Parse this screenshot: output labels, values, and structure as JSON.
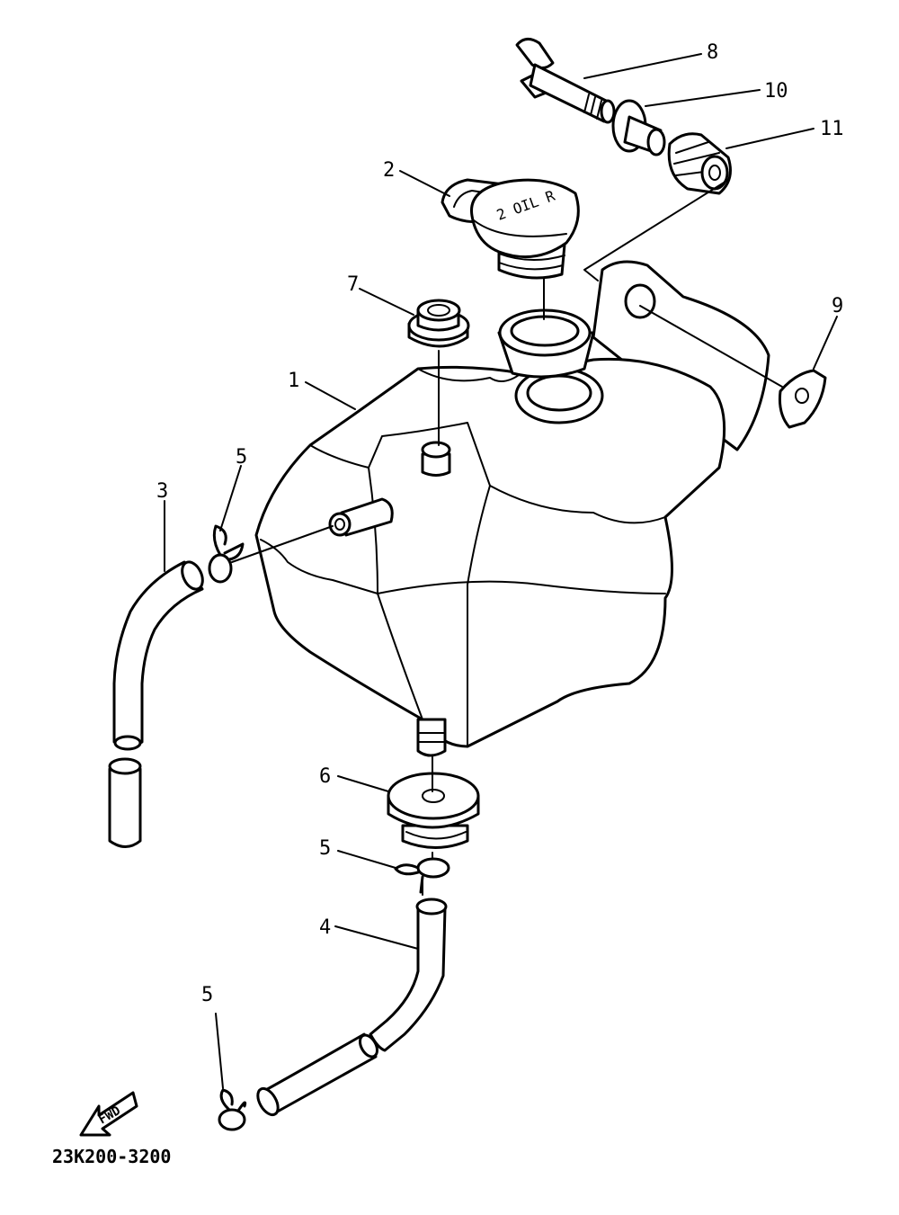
{
  "diagram": {
    "part_code": "23K200-3200",
    "fwd_label": "FWD",
    "cap_marking": "2 OIL R",
    "callouts": [
      {
        "id": "1",
        "label": "1"
      },
      {
        "id": "2",
        "label": "2"
      },
      {
        "id": "3",
        "label": "3"
      },
      {
        "id": "4",
        "label": "4"
      },
      {
        "id": "5a",
        "label": "5"
      },
      {
        "id": "5b",
        "label": "5"
      },
      {
        "id": "5c",
        "label": "5"
      },
      {
        "id": "6",
        "label": "6"
      },
      {
        "id": "7",
        "label": "7"
      },
      {
        "id": "8",
        "label": "8"
      },
      {
        "id": "9",
        "label": "9"
      },
      {
        "id": "10",
        "label": "10"
      },
      {
        "id": "11",
        "label": "11"
      }
    ]
  }
}
